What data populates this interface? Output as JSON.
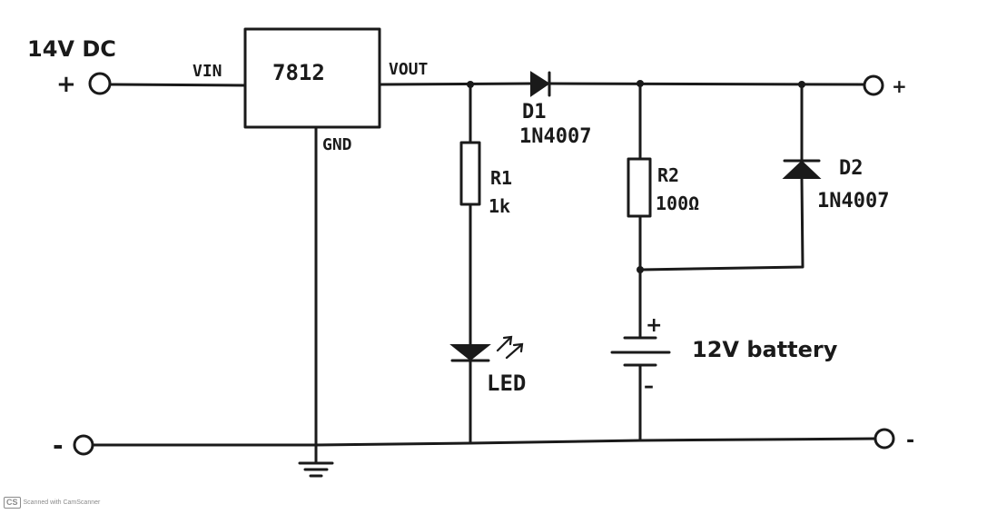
{
  "input": {
    "voltage": "14V DC",
    "plus": "+",
    "minus": "-"
  },
  "regulator": {
    "part": "7812",
    "vin": "VIN",
    "vout": "VOUT",
    "gnd": "GND"
  },
  "d1": {
    "ref": "D1",
    "part": "1N4007"
  },
  "d2": {
    "ref": "D2",
    "part": "1N4007"
  },
  "r1": {
    "ref": "R1",
    "value": "1k"
  },
  "r2": {
    "ref": "R2",
    "value": "100Ω"
  },
  "led": {
    "label": "LED"
  },
  "battery": {
    "label": "12V battery",
    "plus": "+",
    "minus": "–"
  },
  "output": {
    "plus": "+",
    "minus": "-"
  },
  "watermark": {
    "logo": "CS",
    "text": "Scanned with CamScanner"
  }
}
